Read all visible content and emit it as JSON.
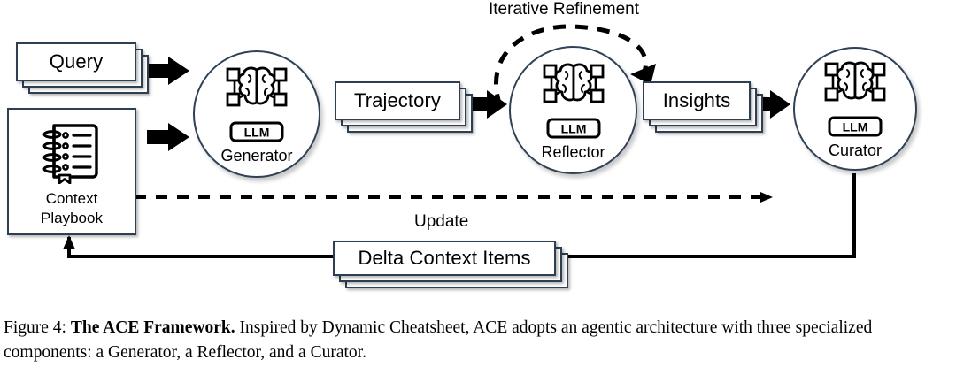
{
  "figure": {
    "diagram_title": "The ACE Framework",
    "caption_prefix": "Figure 4:",
    "caption_bold": "The ACE Framework.",
    "caption_rest": " Inspired by Dynamic Cheatsheet, ACE adopts an agentic architecture with three specialized components: a Generator, a Reflector, and a Curator."
  },
  "colors": {
    "card_border": "#2f3f52",
    "circle_border": "#2f4156",
    "line": "#000000",
    "background": "#ffffff"
  },
  "inputs": {
    "query_card": "Query",
    "playbook_line1": "Context",
    "playbook_line2": "Playbook",
    "playbook_icon": "notebook-icon"
  },
  "agents": [
    {
      "id": "generator",
      "name": "Generator",
      "badge": "LLM",
      "icon": "brain-network-icon"
    },
    {
      "id": "reflector",
      "name": "Reflector",
      "badge": "LLM",
      "icon": "brain-network-icon"
    },
    {
      "id": "curator",
      "name": "Curator",
      "badge": "LLM",
      "icon": "brain-network-icon"
    }
  ],
  "artifacts": {
    "trajectory": "Trajectory",
    "insights": "Insights",
    "delta_context_items": "Delta Context Items"
  },
  "edge_labels": {
    "iterative_refinement": "Iterative Refinement",
    "update": "Update"
  }
}
